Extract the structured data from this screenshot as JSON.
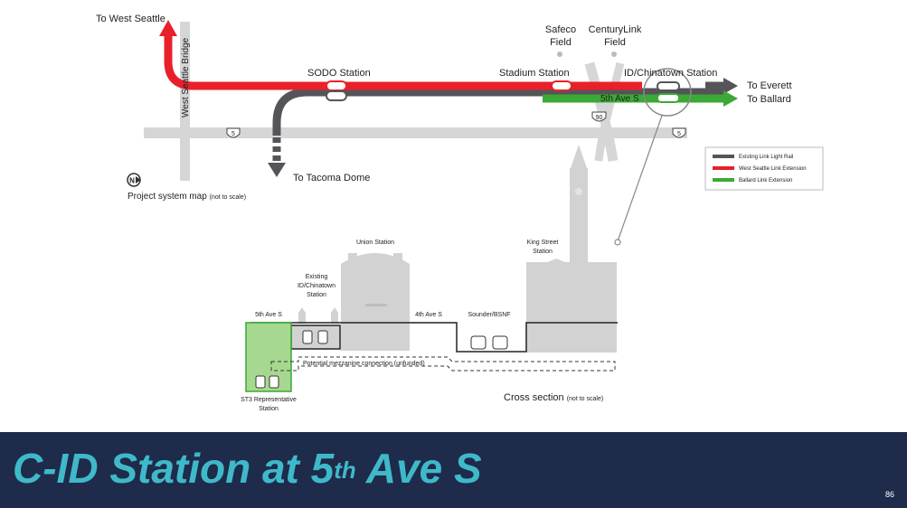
{
  "map": {
    "to_west_seattle": "To West Seattle",
    "bridge_label": "West Seattle Bridge",
    "sodo_station": "SODO Station",
    "stadium_station": "Stadium Station",
    "id_chinatown_station": "ID/Chinatown Station",
    "safeco_field": [
      "Safeco",
      "Field"
    ],
    "centurylink_field": [
      "CenturyLink",
      "Field"
    ],
    "fifth_ave_s": "5th Ave S",
    "to_everett": "To Everett",
    "to_ballard": "To Ballard",
    "to_tacoma_dome": "To Tacoma Dome",
    "project_map_title": "Project system map",
    "not_to_scale": "(not to scale)",
    "north_symbol": "N",
    "route_shield_5": "5",
    "route_shield_90": "90"
  },
  "legend": {
    "items": [
      {
        "label": "Existing Link Light Rail",
        "color": "#555559"
      },
      {
        "label": "West Seattle Link Extension",
        "color": "#e8202a"
      },
      {
        "label": "Ballard Link Extension",
        "color": "#3aa935"
      }
    ]
  },
  "section": {
    "union_station": "Union Station",
    "existing_station": [
      "Existing",
      "ID/Chinatown",
      "Station"
    ],
    "king_street_station": [
      "King Street",
      "Station"
    ],
    "fifth_ave_s": "5th Ave S",
    "fourth_ave_s": "4th Ave S",
    "sounder_bnsf": "Sounder/BSNF",
    "mezzanine": "Potential mezzanine connection (unfunded)",
    "st3_station": [
      "ST3 Representative",
      "Station"
    ],
    "cross_section_title": "Cross section",
    "not_to_scale": "(not to scale)"
  },
  "footer": {
    "title_main": "C-ID Station at 5",
    "title_sup": "th",
    "title_end": " Ave S",
    "page_number": "86",
    "background": "#1e2b4a",
    "title_color": "#3fb9c9"
  }
}
